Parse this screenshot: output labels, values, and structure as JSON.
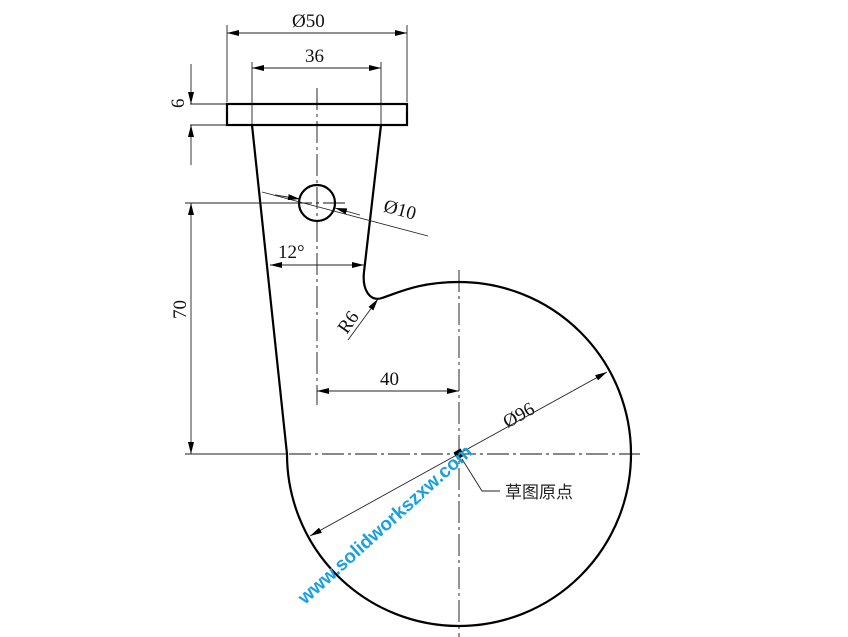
{
  "dimensions": {
    "plate_diameter": "Ø50",
    "inner_width": "36",
    "plate_thickness": "6",
    "hole_diameter": "Ø10",
    "taper_angle": "12°",
    "fillet_radius": "R6",
    "height": "70",
    "offset": "40",
    "circle_diameter": "Ø96"
  },
  "annotation": {
    "origin_label": "草图原点"
  },
  "watermark": "www.solidworkszxw.com",
  "colors": {
    "lines": "#000000",
    "watermark": "#1aa0e0"
  }
}
